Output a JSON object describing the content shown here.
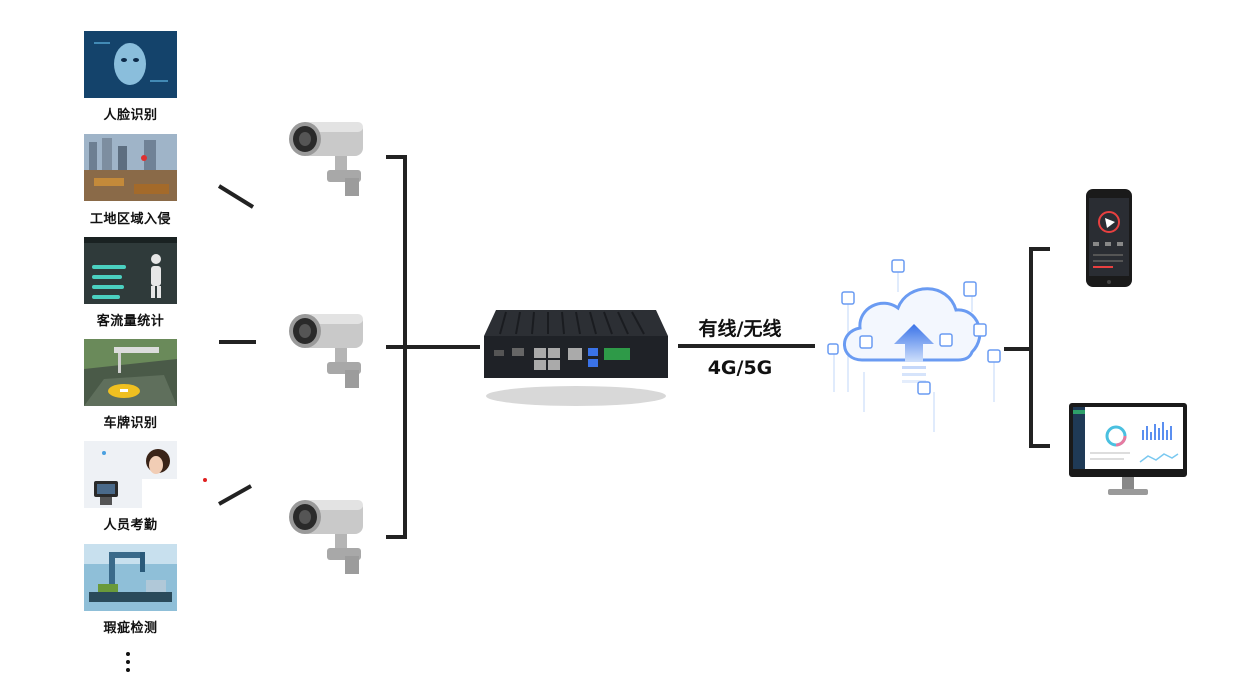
{
  "applications": [
    {
      "label": "人脸识别",
      "icon": "face-recognition-image"
    },
    {
      "label": "工地区域入侵",
      "icon": "construction-site-image"
    },
    {
      "label": "客流量统计",
      "icon": "passenger-flow-image"
    },
    {
      "label": "车牌识别",
      "icon": "license-plate-image"
    },
    {
      "label": "人员考勤",
      "icon": "attendance-image"
    },
    {
      "label": "瑕疵检测",
      "icon": "defect-detection-image"
    }
  ],
  "more_indicator": "more-dots-icon",
  "cameras": [
    "camera-icon",
    "camera-icon",
    "camera-icon"
  ],
  "gateway": {
    "icon": "edge-gateway-box-icon"
  },
  "link": {
    "line1": "有线/无线",
    "line2": "4G/5G"
  },
  "cloud": {
    "icon": "cloud-upload-icon"
  },
  "clients": [
    "smartphone-icon",
    "monitor-icon"
  ],
  "colors": {
    "line": "#222222",
    "cloud": "#5b8ff0",
    "accent": "#3a73e8"
  }
}
